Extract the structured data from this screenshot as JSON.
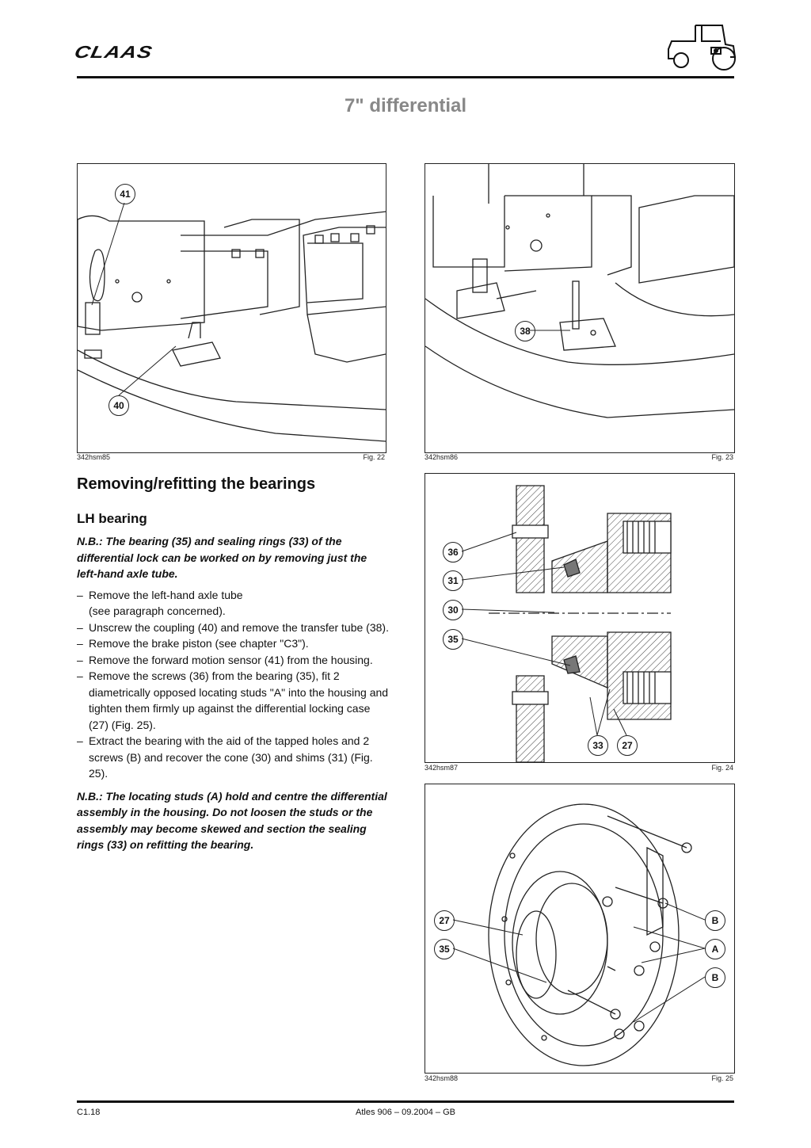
{
  "header": {
    "brand": "CLAAS",
    "title": "7\" differential",
    "tractor_icon": "tractor-icon"
  },
  "figures": [
    {
      "code": "342hsm85",
      "label": "Fig. 22",
      "callouts": [
        "41",
        "40"
      ]
    },
    {
      "code": "342hsm86",
      "label": "Fig. 23",
      "callouts": [
        "38"
      ]
    },
    {
      "code": "342hsm87",
      "label": "Fig. 24",
      "callouts": [
        "36",
        "31",
        "30",
        "35",
        "33",
        "27"
      ]
    },
    {
      "code": "342hsm88",
      "label": "Fig. 25",
      "callouts": [
        "27",
        "35",
        "B",
        "A",
        "B"
      ]
    }
  ],
  "content": {
    "section_title": "Removing/refitting the bearings",
    "subsection_title": "LH bearing",
    "note1": "N.B.: The bearing (35) and sealing rings (33) of the differential lock can be worked on by removing just the left-hand axle tube.",
    "steps": [
      "Remove the left-hand axle tube\n(see paragraph concerned).",
      "Unscrew the coupling (40) and remove the transfer tube (38).",
      "Remove the brake piston (see chapter \"C3\").",
      "Remove the forward motion sensor (41) from the housing.",
      "Remove the screws (36) from the bearing (35), fit 2 diametrically opposed locating studs \"A\" into the housing and tighten them firmly up against the differential locking case (27) (Fig. 25).",
      "Extract the bearing with the aid of the tapped holes and 2 screws (B) and recover the cone (30) and shims (31) (Fig. 25)."
    ],
    "note2": "N.B.: The locating studs (A) hold and centre the differential assembly in the housing. Do not loosen the studs or the assembly may become skewed and section the sealing rings (33) on refitting the bearing."
  },
  "footer": {
    "page": "C1.18",
    "document": "Atles 906 – 09.2004 – GB"
  }
}
